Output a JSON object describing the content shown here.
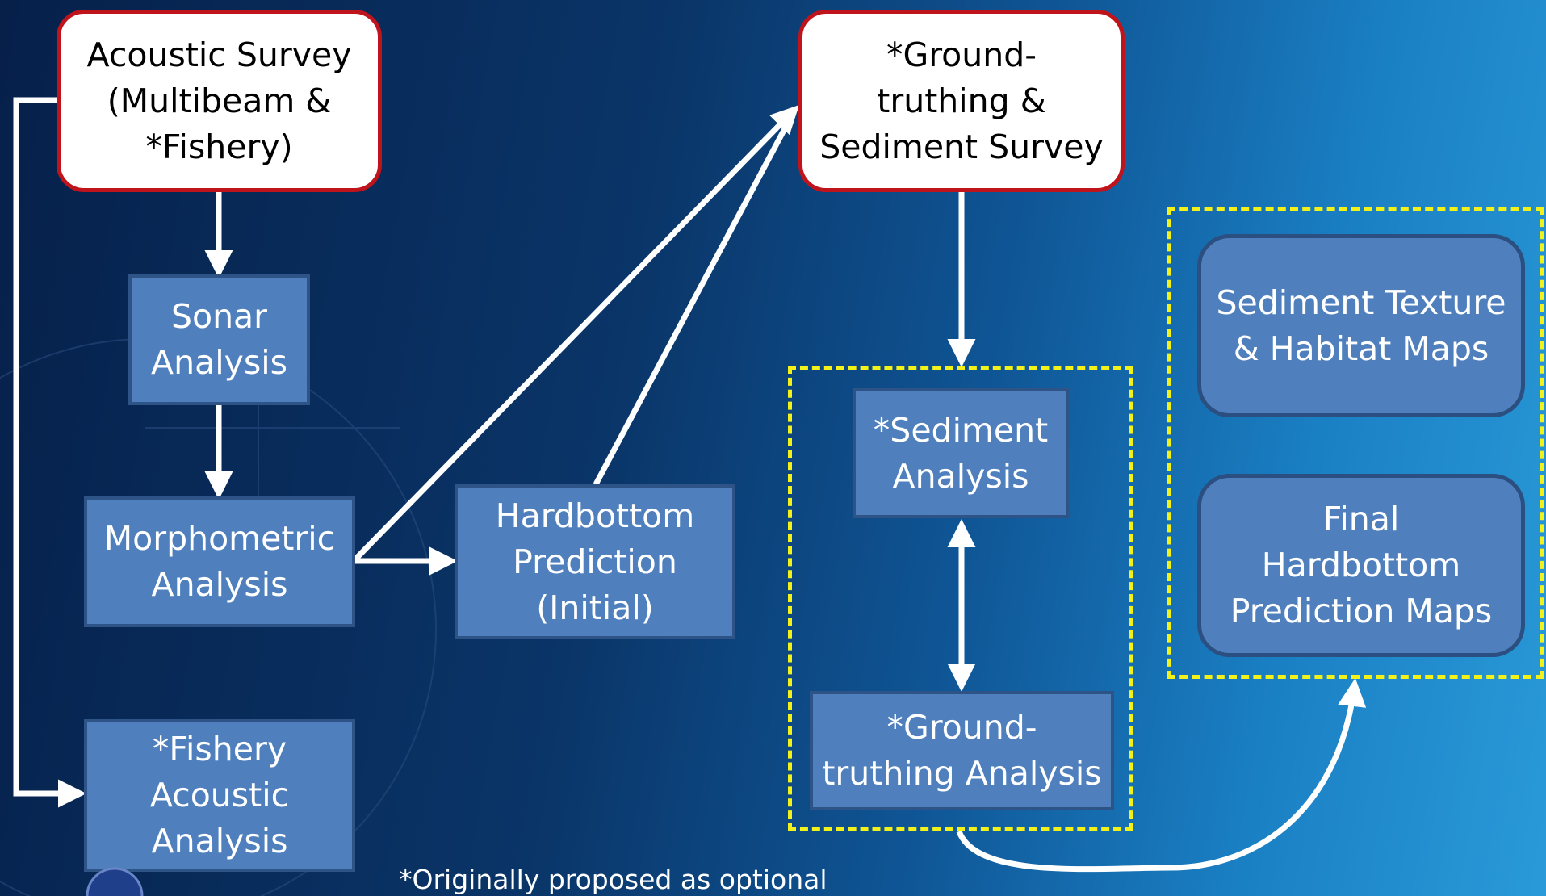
{
  "nodes": {
    "acoustic_survey": "Acoustic Survey\n(Multibeam &\n*Fishery)",
    "ground_truthing_survey": "*Ground-\ntruthing &\nSediment Survey",
    "sonar_analysis": "Sonar\nAnalysis",
    "morphometric_analysis": "Morphometric\nAnalysis",
    "fishery_acoustic_analysis": "*Fishery\nAcoustic\nAnalysis",
    "hardbottom_prediction_initial": "Hardbottom\nPrediction\n(Initial)",
    "sediment_analysis": "*Sediment\nAnalysis",
    "ground_truthing_analysis": "*Ground-\ntruthing Analysis",
    "sediment_texture_maps": "Sediment Texture\n& Habitat Maps",
    "final_hardbottom_maps": "Final\nHardbottom\nPrediction Maps"
  },
  "footnote": "*Originally proposed as optional",
  "colors": {
    "survey_border": "#c0141c",
    "analysis_fill": "#4f80bd",
    "dashed_group": "#f2f21a",
    "arrows": "#ffffff"
  }
}
